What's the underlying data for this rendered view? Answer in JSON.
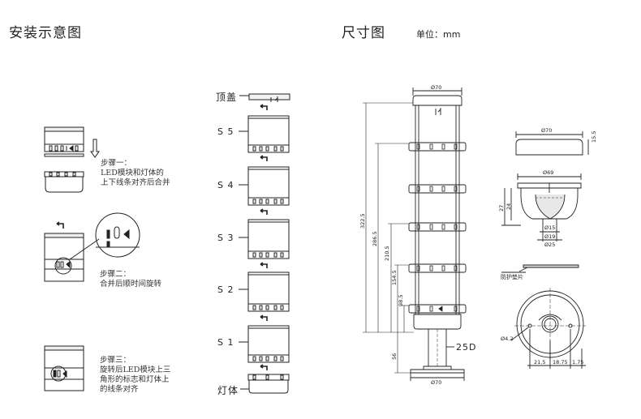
{
  "install": {
    "title": "安装示意图",
    "step1": [
      "步骤一：",
      "LED模块和灯体的",
      "上下线条对齐后合并"
    ],
    "step2": [
      "步骤二：",
      "合并后顺时间旋转"
    ],
    "step3": [
      "步骤三：",
      "旋转后LED模块上三",
      "角形的标志和灯体上",
      "的线条对齐"
    ]
  },
  "stack": {
    "top_cover": "顶盖",
    "s5": "S 5",
    "s4": "S 4",
    "s3": "S 3",
    "s2": "S 2",
    "s1": "S 1",
    "body": "灯体"
  },
  "dims": {
    "title": "尺寸图",
    "unit": "单位：mm",
    "d70_top": "Ø70",
    "d70_bottom": "Ø70",
    "h322": "322.5",
    "h286": "286.5",
    "h210": "210.5",
    "h154": "154.5",
    "h98": "98.5",
    "h56": "56",
    "pipe": "25D",
    "cap_d70": "Ø70",
    "cap_h": "15.5",
    "base_d69": "Ø69",
    "h27": "27",
    "h24": "24",
    "d15": "Ø15",
    "d19": "Ø19",
    "d25": "Ø25",
    "gasket": "防护垫片",
    "hole": "Ø4.2",
    "w21": "21.5",
    "w18": "18.75",
    "w1": "1.75"
  }
}
